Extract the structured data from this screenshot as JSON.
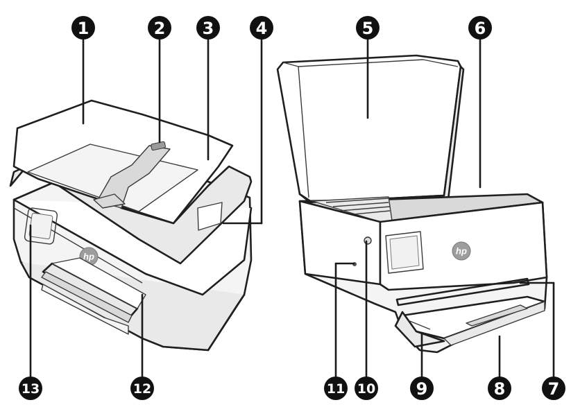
{
  "callouts": [
    {
      "id": "c1",
      "label": "1"
    },
    {
      "id": "c2",
      "label": "2"
    },
    {
      "id": "c3",
      "label": "3"
    },
    {
      "id": "c4",
      "label": "4"
    },
    {
      "id": "c5",
      "label": "5"
    },
    {
      "id": "c6",
      "label": "6"
    },
    {
      "id": "c7",
      "label": "7"
    },
    {
      "id": "c8",
      "label": "8"
    },
    {
      "id": "c9",
      "label": "9"
    },
    {
      "id": "c10",
      "label": "10"
    },
    {
      "id": "c11",
      "label": "11"
    },
    {
      "id": "c12",
      "label": "12"
    },
    {
      "id": "c13",
      "label": "13"
    }
  ],
  "logo": {
    "text": "hp"
  }
}
